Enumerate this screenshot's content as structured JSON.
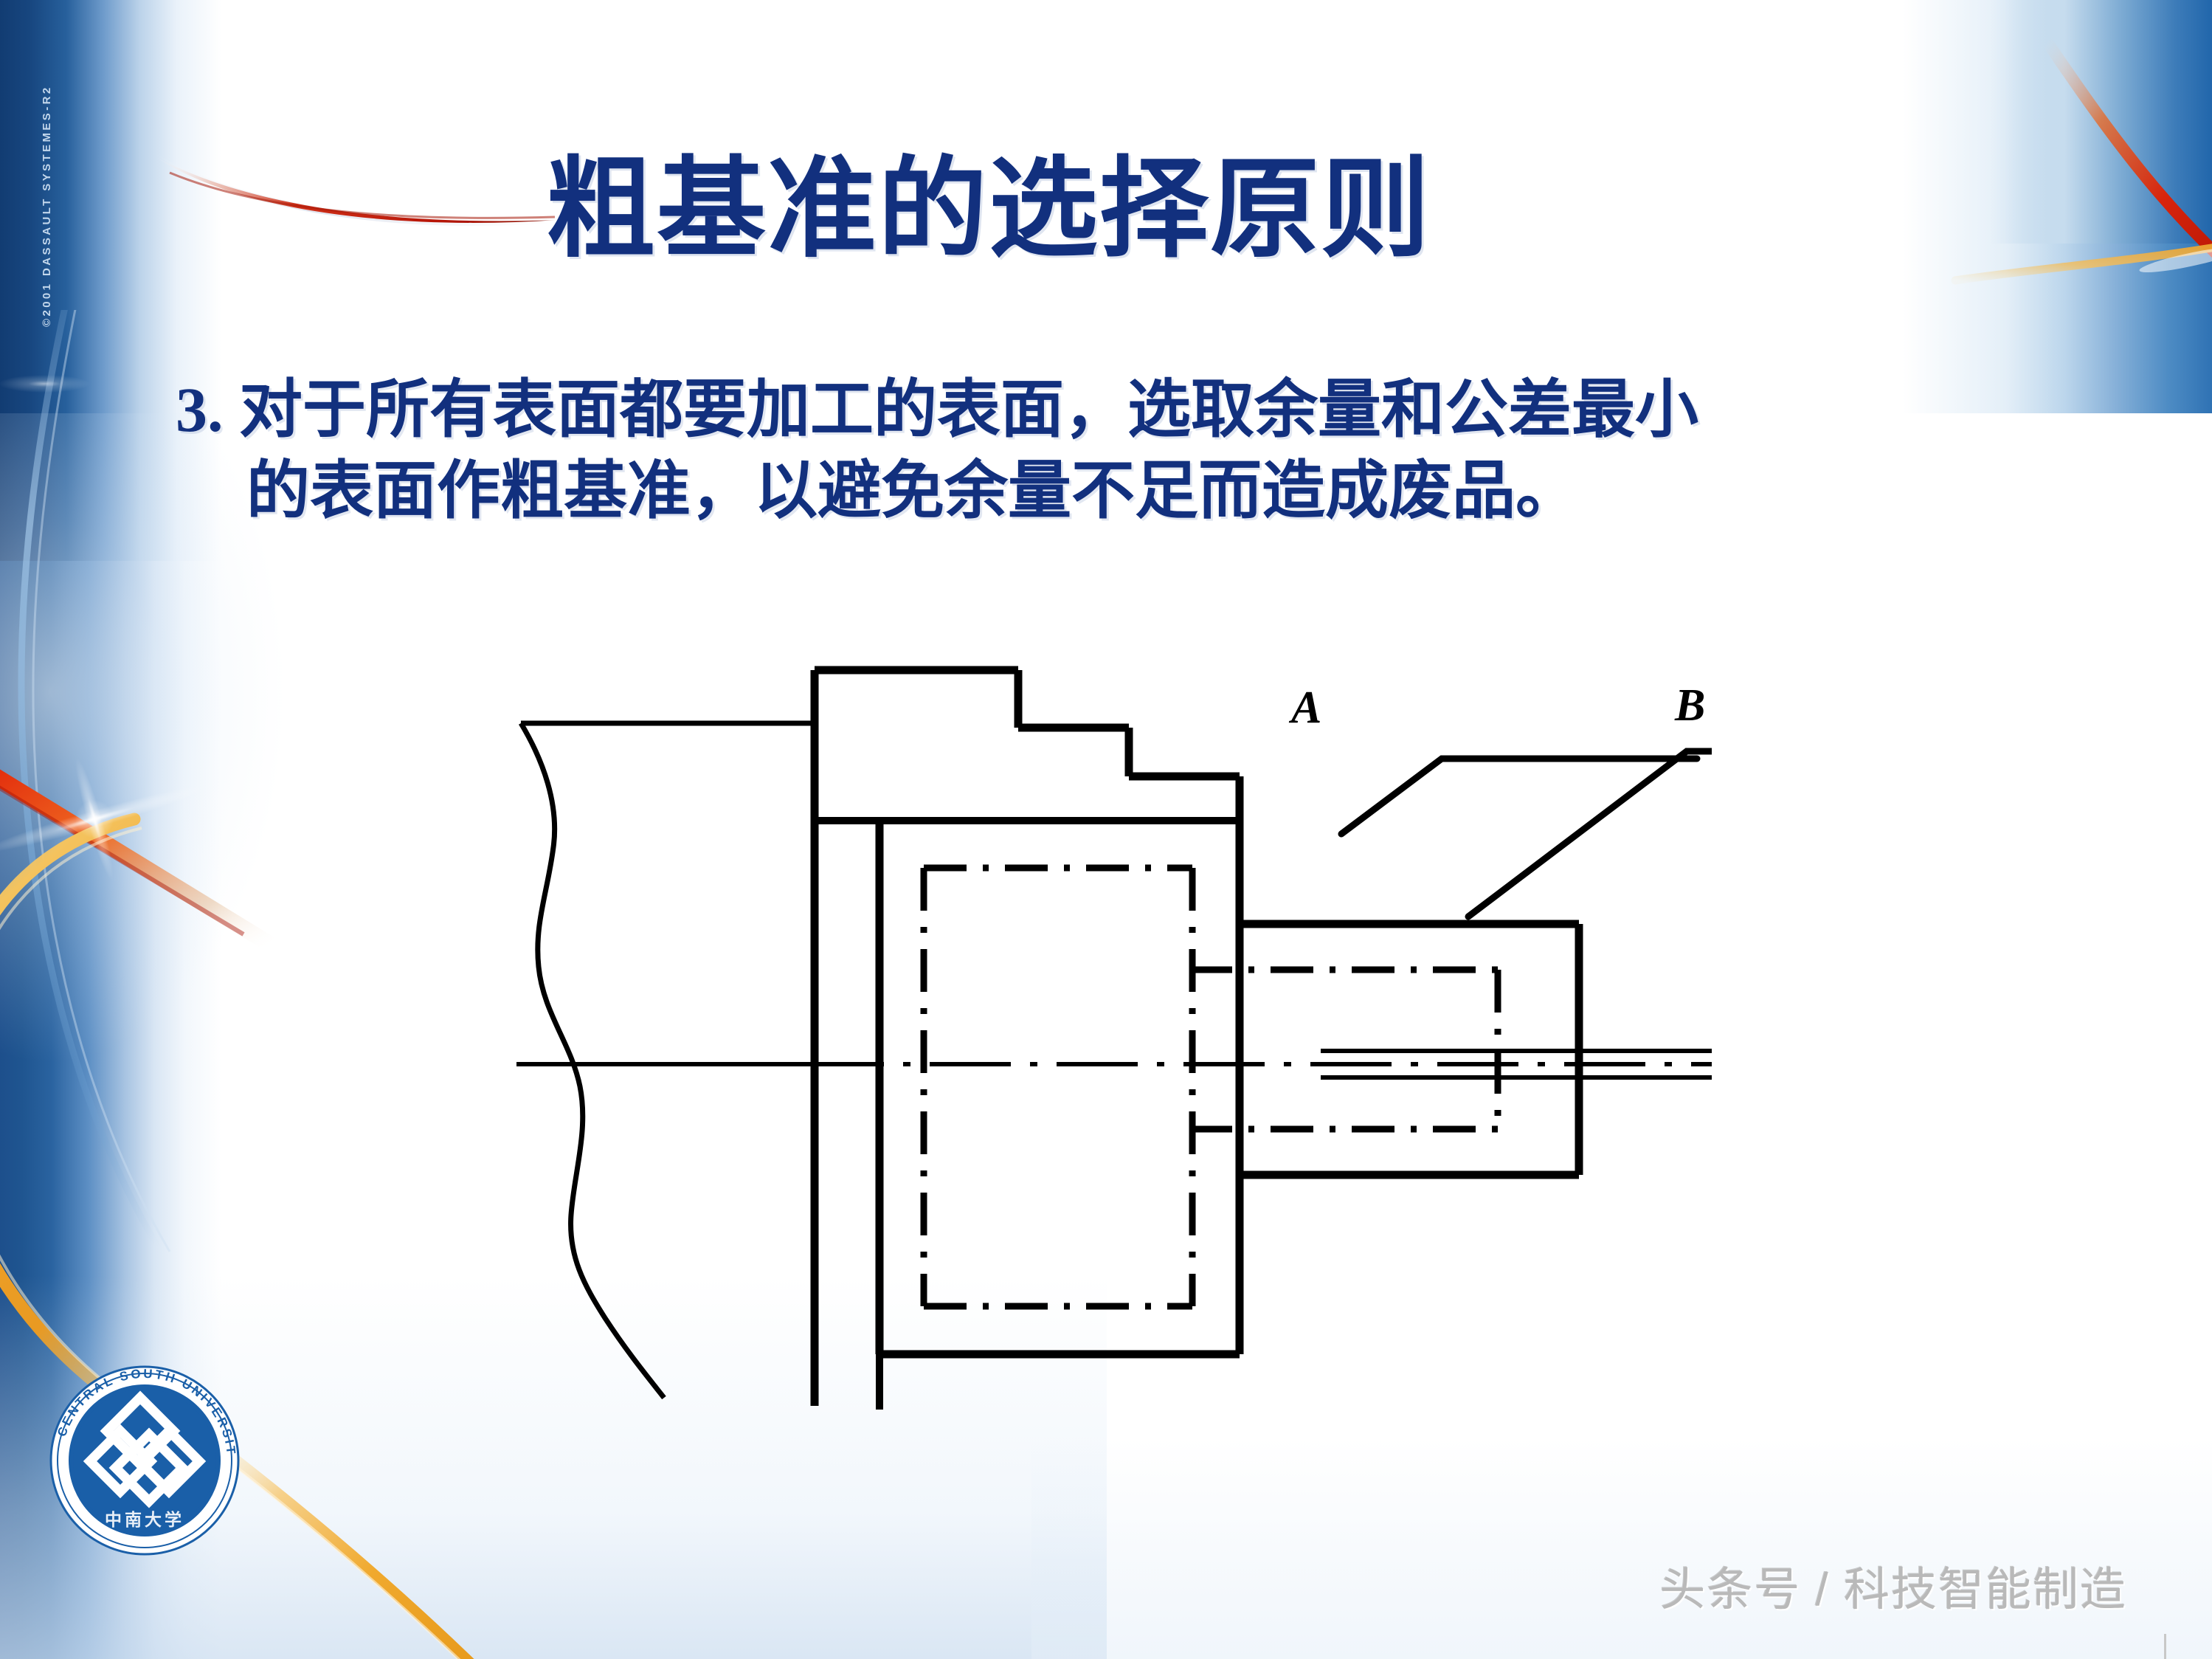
{
  "slide": {
    "title": "粗基准的选择原则",
    "vertical_copyright": "©2001 DASSAULT SYSTEMES-R2",
    "body": {
      "number": "3.",
      "line1": "3. 对于所有表面都要加工的表面，选取余量和公差最小",
      "line2": "的表面作粗基准，以避免余量不足而造成废品。"
    },
    "colors": {
      "title_blue": "#12307e",
      "band_blue": "#1d4f8c",
      "accent_red": "#c81f14",
      "accent_gold": "#efa22a",
      "logo_blue": "#1a5fa8",
      "watermark_gray": "#b9b9b9"
    }
  },
  "drawing": {
    "caption_labels": [
      {
        "id": "A",
        "text": "A"
      },
      {
        "id": "B",
        "text": "B"
      }
    ],
    "description": "工件与夹具装夹剖视图：左侧为断裂波浪线表示的机床/夹具体，中部阶梯状台阶件，中间矩形为工件毛坯，右侧为加工后凸出圆柱面，虚线点划线为中心线与不可见轮廓线。"
  },
  "logo": {
    "outer_text_top": "CENTRAL SOUTH UNIVERSITY",
    "inner_text_bottom": "中南大学"
  },
  "watermark": {
    "text": "头条号 / 科技智能制造"
  }
}
